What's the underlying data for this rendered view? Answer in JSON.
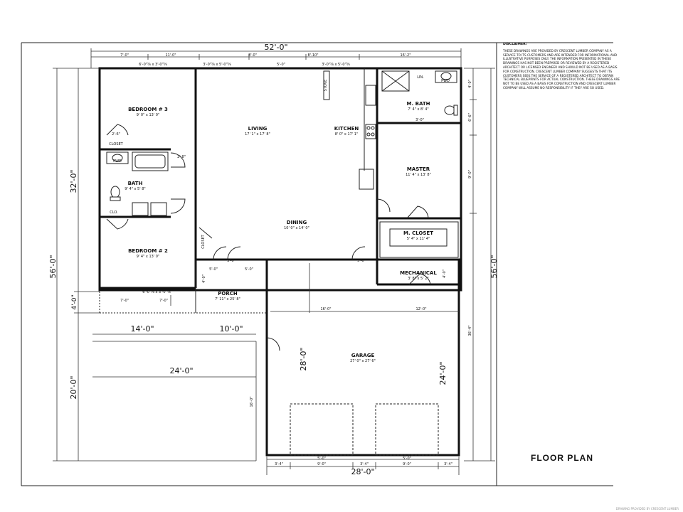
{
  "plan": {
    "title": "FLOOR PLAN",
    "disclaimer_heading": "DISCLAIMER:",
    "disclaimer_text": "THESE DRAWINGS ARE PROVIDED BY CRESCENT LUMBER COMPANY AS A SERVICE TO ITS CUSTOMERS AND ARE INTENDED FOR INFORMATIONAL AND ILLUSTRATIVE PURPOSES ONLY. THE INFORMATION PRESENTED IN THESE DRAWINGS HAS NOT BEEN PREPARED OR REVIEWED BY A REGISTERED ARCHITECT OR LICENSED ENGINEER AND SHOULD NOT BE USED AS A BASIS FOR CONSTRUCTION. CRESCENT LUMBER COMPANY SUGGESTS THAT ITS CUSTOMERS SEEK THE SERVICE OF A REGISTERED ARCHITECT TO OBTAIN TECHNICAL BLUEPRINTS FOR ACTUAL CONSTRUCTION. THESE DRAWINGS ARE NOT TO BE USED AS A BASIS FOR CONSTRUCTION AND CRESCENT LUMBER COMPANY WILL ASSUME NO RESPONSIBILITY IF THEY ARE SO USED.",
    "footer": "DRAWING PROVIDED BY CRESCENT LUMBER"
  },
  "rooms": {
    "bedroom3": {
      "name": "BEDROOM # 3",
      "size": "9' 0\" x 13' 0\""
    },
    "bedroom2": {
      "name": "BEDROOM # 2",
      "size": "9' 4\" x 13' 0\""
    },
    "bath": {
      "name": "BATH",
      "size": "9' 4\" x 5' 8\""
    },
    "living": {
      "name": "LIVING",
      "size": "17' 1\" x 17' 8\""
    },
    "kitchen": {
      "name": "KITCHEN",
      "size": "8' 0\" x 17' 1\""
    },
    "dining": {
      "name": "DINING",
      "size": "10' 0\" x 14' 0\""
    },
    "mbath": {
      "name": "M. BATH",
      "size": "7' 4\" x 8' 4\""
    },
    "master": {
      "name": "MASTER",
      "size": "11' 4\" x 13' 8\""
    },
    "mcloset": {
      "name": "M. CLOSET",
      "size": "5' 4\" x 11' 4\""
    },
    "mechanical": {
      "name": "MECHANICAL",
      "size": "3' 8\" x 5' 2\""
    },
    "porch": {
      "name": "PORCH",
      "size": "7' 11\" x 25' 8\""
    },
    "garage": {
      "name": "GARAGE",
      "size": "27' 0\" x 27' 6\""
    }
  },
  "labels": {
    "closet": "CLOSET",
    "clo": "CLO.",
    "closet_v": "CLOSET",
    "lin": "LIN.",
    "pwd": "PWD",
    "stove": "STOVE"
  },
  "dims": {
    "overall_top": "52'-0\"",
    "top_1": "7'-0\"",
    "top_2": "11'-0\"",
    "top_3": "8'-0\"",
    "top_4": "8'-10\"",
    "top_5": "16'-2\"",
    "left_32": "32'-0\"",
    "left_56": "56'-0\"",
    "left_4": "4'-0\"",
    "left_20": "20'-0\"",
    "right_56": "56'-0\"",
    "right_4": "4'-0\"",
    "right_6_6": "6'-6\"",
    "right_9": "9'-0\"",
    "right_36": "36'-4\"",
    "right_24": "24'-0\"",
    "porch_14": "14'-0\"",
    "porch_10": "10'-0\"",
    "porch_24": "24'-0\"",
    "porch_7a": "7'-0\"",
    "porch_7b": "7'-0\"",
    "porch_5a": "5'-0\"",
    "porch_5b": "5'-0\"",
    "porch_4": "4'-0\"",
    "porch_16": "16'-0\"",
    "garage_28v": "28'-0\"",
    "garage_24v": "24'-0\"",
    "garage_16": "16'-0\"",
    "garage_12": "12'-0\"",
    "mech_4": "4'-0\"",
    "bottom_28": "28'-0\"",
    "bottom_3_4a": "3'-4\"",
    "bottom_9a": "9'-0\"",
    "bottom_3_4b": "3'-4\"",
    "bottom_9b": "9'-0\"",
    "bottom_3_4c": "3'-4\"",
    "door_5a": "5'-0\"",
    "door_5b": "5'-0\"",
    "win_top1": "6'-0\"⅝ x 3'-0\"⅝",
    "win_top2": "3'-0\"⅝ x 5'-0\"⅝",
    "win_top3": "5'-0\"",
    "win_top4": "3'-0\"⅝ x 5'-0\"⅝",
    "win_bot": "6'-0\"⅝ x 3'-0\"⅝",
    "d3_0": "3'-0\"",
    "d2_8": "2'-8\"",
    "d2_6": "2'-6\"",
    "d3_0b": "3'-0\"",
    "d5_0": "5'-0\""
  }
}
